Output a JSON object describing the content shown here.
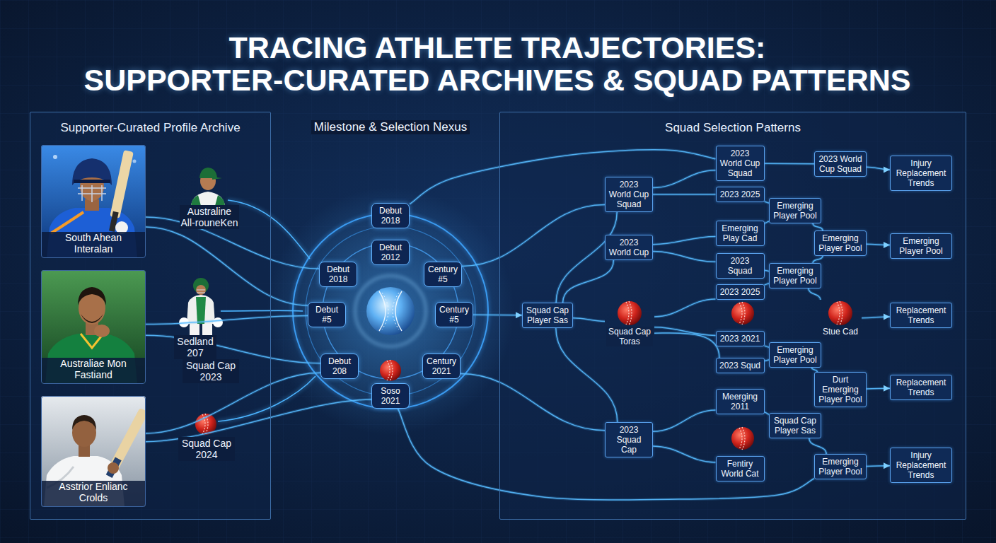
{
  "diagram": {
    "title": "TRACING ATHLETE TRAJECTORIES: SUPPORTER-CURATED ARCHIVES & SQUAD PATTERNS",
    "nodes": [
      {
        "text": [
          "Supporter-Curated Profile Archive"
        ]
      },
      {
        "text": [
          "South Ahean Interalan"
        ],
        "in": 0
      },
      {
        "text": [
          "Australiae Mon Fastiand"
        ],
        "in": 0
      },
      {
        "text": [
          "Asstrior Enlianc Crolds"
        ],
        "in": 0
      },
      {
        "text": [
          "Debut 2018"
        ]
      },
      {
        "text": [
          "Debut 2012"
        ]
      },
      {
        "text": [
          "Debut 2018"
        ]
      },
      {
        "text": [
          "Century #5"
        ]
      },
      {
        "text": [
          "Debut #5"
        ]
      },
      {
        "text": [
          "Century #5"
        ]
      },
      {
        "text": [
          "Debut 208"
        ]
      },
      {
        "text": [
          "Century 2021"
        ]
      },
      {
        "text": [
          "Soso 2021"
        ]
      },
      {
        "text": [
          "Squad Selection Patterns"
        ]
      },
      {
        "text": [
          "Squad Cap Player Sas"
        ],
        "in": 13
      },
      {
        "text": [
          "2023 World Cup Squad"
        ],
        "in": 13
      },
      {
        "text": [
          "2023 World Cup"
        ],
        "in": 13
      },
      {
        "text": [
          "Squad Cap Toras"
        ],
        "in": 13
      },
      {
        "text": [
          "2023 Squad Cap"
        ],
        "in": 13
      },
      {
        "text": [
          "2023 World Cup Squad"
        ],
        "in": 13
      },
      {
        "text": [
          "2023 2025"
        ],
        "in": 13
      },
      {
        "text": [
          "Emerging Play Cad"
        ],
        "in": 13
      },
      {
        "text": [
          "2023 Squad"
        ],
        "in": 13
      },
      {
        "text": [
          "2023 2025"
        ],
        "in": 13
      },
      {
        "text": [
          "2023 2021"
        ],
        "in": 13
      },
      {
        "text": [
          "2023 Squd"
        ],
        "in": 13
      },
      {
        "text": [
          "Meerging 2011"
        ],
        "in": 13
      },
      {
        "text": [
          "Fentiry World Cat"
        ],
        "in": 13
      },
      {
        "text": [
          "Emerging Player Pool"
        ],
        "in": 13
      },
      {
        "text": [
          "Emerging Player Pool"
        ],
        "in": 13
      },
      {
        "text": [
          "Emerging Player Pool"
        ],
        "in": 13
      },
      {
        "text": [
          "Squad Cap Player Sas"
        ],
        "in": 13
      },
      {
        "text": [
          "2023 World Cup Squad"
        ],
        "in": 13
      },
      {
        "text": [
          "Emerging Player Pool"
        ],
        "in": 13
      },
      {
        "text": [
          "Stue Cad"
        ],
        "in": 13
      },
      {
        "text": [
          "Durt Emerging Player Pool"
        ],
        "in": 13
      },
      {
        "text": [
          "Emerging Player Pool"
        ],
        "in": 13
      },
      {
        "text": [
          "Injury Replacement Trends"
        ],
        "in": 13
      },
      {
        "text": [
          "Emerging Player Pool"
        ],
        "in": 13
      },
      {
        "text": [
          "Replacement Trends"
        ],
        "in": 13
      },
      {
        "text": [
          "Replacement Trends"
        ],
        "in": 13
      },
      {
        "text": [
          "Injury Replacement Trends"
        ],
        "in": 13
      }
    ],
    "edges": [
      {
        "from": 1,
        "to": 6,
        "arrow": "none"
      },
      {
        "from": 1,
        "to": 8,
        "arrow": "none"
      },
      {
        "from": 2,
        "to": 8,
        "arrow": "none"
      },
      {
        "from": 2,
        "to": 10,
        "arrow": "none"
      },
      {
        "from": 3,
        "to": 10,
        "arrow": "none"
      },
      {
        "from": 3,
        "to": 12,
        "arrow": "none"
      },
      {
        "from": 9,
        "to": 14,
        "arrow": "to"
      },
      {
        "from": 7,
        "to": 15,
        "arrow": "none"
      },
      {
        "from": 4,
        "to": 19,
        "arrow": "none"
      },
      {
        "from": 11,
        "to": 18,
        "arrow": "none"
      },
      {
        "from": 12,
        "to": 36,
        "arrow": "none"
      },
      {
        "from": 14,
        "to": 15,
        "arrow": "none"
      },
      {
        "from": 14,
        "to": 16,
        "arrow": "none"
      },
      {
        "from": 14,
        "to": 17,
        "arrow": "none"
      },
      {
        "from": 14,
        "to": 18,
        "arrow": "none"
      },
      {
        "from": 15,
        "to": 19,
        "arrow": "none"
      },
      {
        "from": 15,
        "to": 20,
        "arrow": "none"
      },
      {
        "from": 16,
        "to": 21,
        "arrow": "none"
      },
      {
        "from": 16,
        "to": 22,
        "arrow": "none"
      },
      {
        "from": 17,
        "to": 23,
        "arrow": "none"
      },
      {
        "from": 17,
        "to": 24,
        "arrow": "none"
      },
      {
        "from": 17,
        "to": 25,
        "arrow": "none"
      },
      {
        "from": 18,
        "to": 26,
        "arrow": "none"
      },
      {
        "from": 18,
        "to": 27,
        "arrow": "none"
      },
      {
        "from": 20,
        "to": 28,
        "arrow": "none"
      },
      {
        "from": 21,
        "to": 28,
        "arrow": "none"
      },
      {
        "from": 22,
        "to": 29,
        "arrow": "none"
      },
      {
        "from": 23,
        "to": 29,
        "arrow": "none"
      },
      {
        "from": 24,
        "to": 30,
        "arrow": "none"
      },
      {
        "from": 25,
        "to": 30,
        "arrow": "none"
      },
      {
        "from": 26,
        "to": 31,
        "arrow": "none"
      },
      {
        "from": 19,
        "to": 32,
        "arrow": "none"
      },
      {
        "from": 28,
        "to": 33,
        "arrow": "none"
      },
      {
        "from": 29,
        "to": 33,
        "arrow": "none"
      },
      {
        "from": 30,
        "to": 35,
        "arrow": "none"
      },
      {
        "from": 31,
        "to": 36,
        "arrow": "none"
      },
      {
        "from": 29,
        "to": 34,
        "arrow": "none"
      },
      {
        "from": 32,
        "to": 37,
        "arrow": "to"
      },
      {
        "from": 33,
        "to": 38,
        "arrow": "to"
      },
      {
        "from": 34,
        "to": 39,
        "arrow": "to"
      },
      {
        "from": 35,
        "to": 40,
        "arrow": "to"
      },
      {
        "from": 36,
        "to": 41,
        "arrow": "to"
      }
    ],
    "labels": [
      "Milestone & Selection Nexus",
      "Australine All-rouneKen",
      "Sedland 207",
      "Squad Cap 2023",
      "Squad Cap 2024"
    ]
  }
}
